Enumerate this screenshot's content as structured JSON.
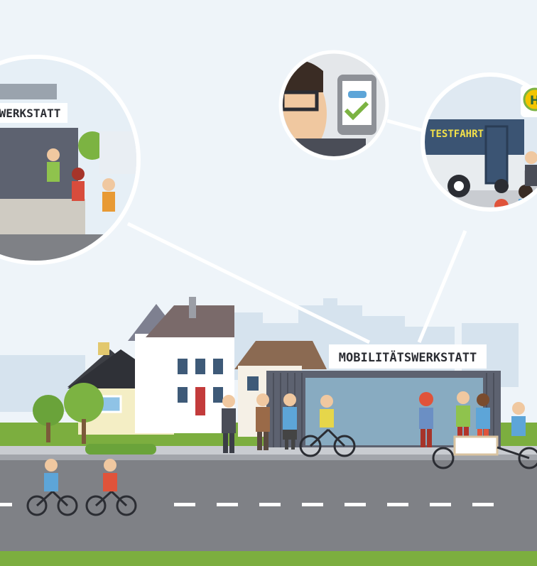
{
  "signs": {
    "main_workshop": "MOBILITÄTSWERKSTATT",
    "zoom_workshop": "WERKSTATT",
    "test_drive": "TESTFAHRT",
    "bus_stop": "H"
  },
  "colors": {
    "sky": "#eef4f9",
    "road": "#7f8186",
    "grass": "#7cae3f",
    "lane_marking": "#ffffff",
    "workshop_roof": "#5f6470",
    "app_check": "#7cb342",
    "bus_stop_sign": "#f2c500"
  },
  "icons": {
    "phone_app": "smartphone-car-check-icon",
    "bus_stop": "bus-stop-sign-icon"
  }
}
